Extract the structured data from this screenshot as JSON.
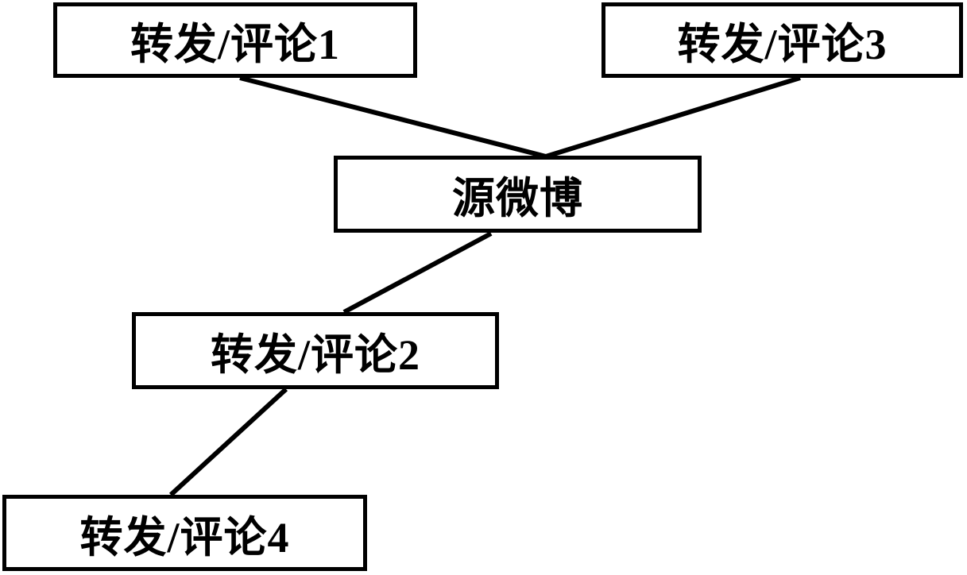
{
  "diagram": {
    "type": "tree",
    "nodes": {
      "source": {
        "label": "源微博"
      },
      "rc1": {
        "label": "转发/评论1"
      },
      "rc2": {
        "label": "转发/评论2"
      },
      "rc3": {
        "label": "转发/评论3"
      },
      "rc4": {
        "label": "转发/评论4"
      }
    },
    "edges": [
      {
        "from": "转发/评论1",
        "to": "源微博"
      },
      {
        "from": "转发/评论3",
        "to": "源微博"
      },
      {
        "from": "源微博",
        "to": "转发/评论2"
      },
      {
        "from": "转发/评论2",
        "to": "转发/评论4"
      }
    ],
    "colors": {
      "line": "#000000",
      "text": "#000000",
      "background": "#ffffff"
    }
  }
}
